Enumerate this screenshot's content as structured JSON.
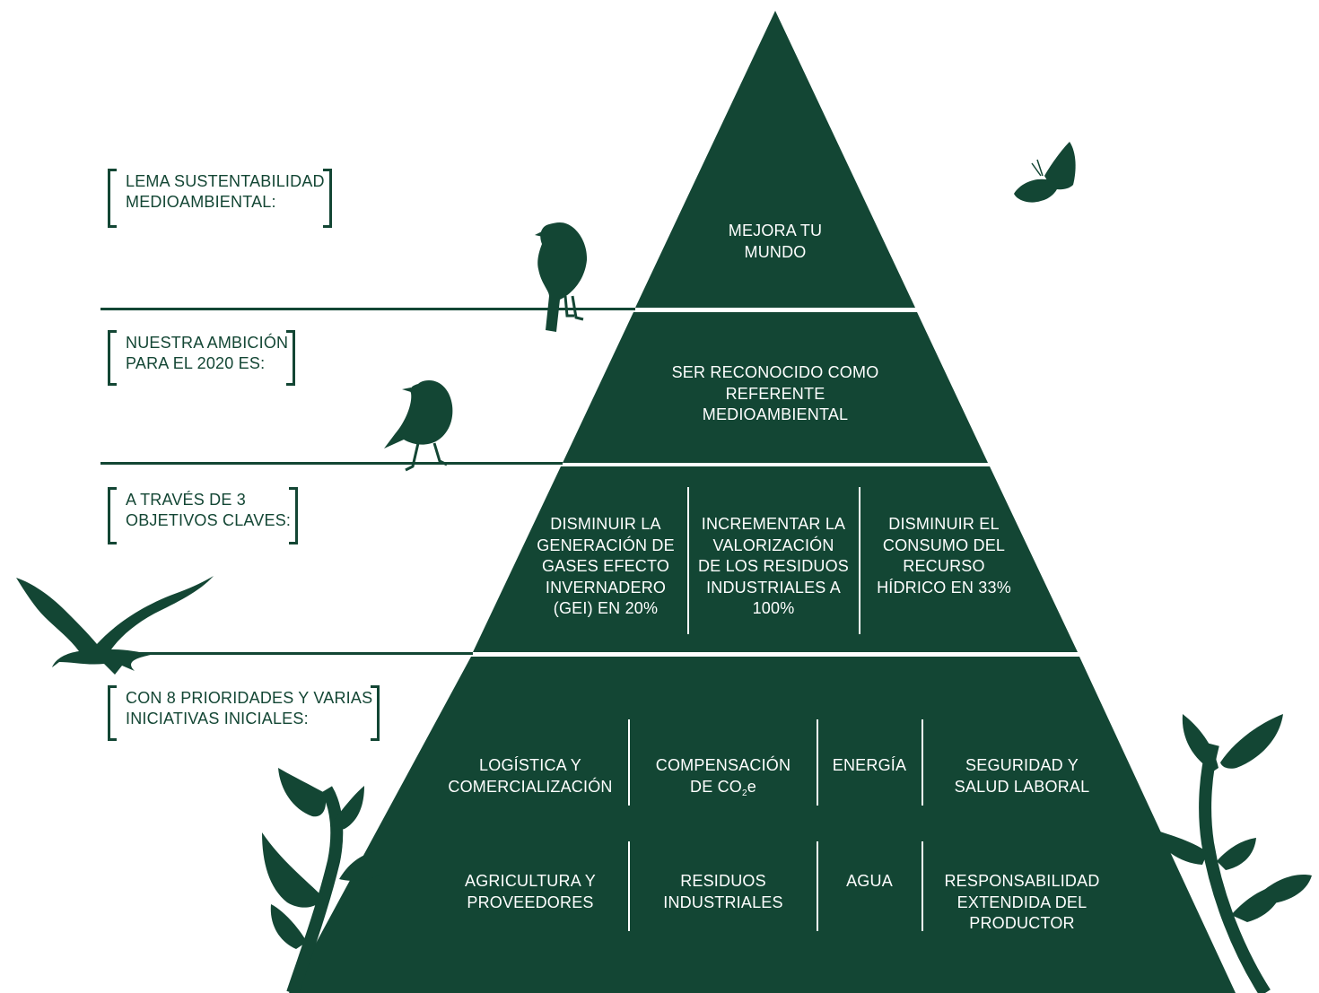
{
  "colors": {
    "primary_green": "#134634",
    "background": "#ffffff",
    "pyramid_text": "#ffffff"
  },
  "side_labels": [
    {
      "line1": "LEMA SUSTENTABILIDAD",
      "line2": "MEDIOAMBIENTAL:"
    },
    {
      "line1": "NUESTRA AMBICIÓN",
      "line2": "PARA EL 2020 ES:"
    },
    {
      "line1": "A TRAVÉS DE 3",
      "line2": "OBJETIVOS CLAVES:"
    },
    {
      "line1": "CON 8 PRIORIDADES Y VARIAS",
      "line2": "INICIATIVAS INICIALES:"
    }
  ],
  "tier1": {
    "lines": [
      "MEJORA TU",
      "MUNDO"
    ]
  },
  "tier2": {
    "lines": [
      "SER RECONOCIDO COMO",
      "REFERENTE",
      "MEDIOAMBIENTAL"
    ]
  },
  "tier3": {
    "objectives": [
      {
        "lines": [
          "DISMINUIR LA",
          "GENERACIÓN DE",
          "GASES EFECTO",
          "INVERNADERO",
          "(GEI) EN 20%"
        ]
      },
      {
        "lines": [
          "INCREMENTAR LA",
          "VALORIZACIÓN",
          "DE LOS RESIDUOS",
          "INDUSTRIALES A",
          "100%"
        ]
      },
      {
        "lines": [
          "DISMINUIR EL",
          "CONSUMO DEL",
          "RECURSO",
          "HÍDRICO EN 33%"
        ]
      }
    ]
  },
  "tier4": {
    "priorities": [
      {
        "lines": [
          "LOGÍSTICA Y",
          "COMERCIALIZACIÓN"
        ]
      },
      {
        "lines": [
          "COMPENSACIÓN"
        ],
        "formula": {
          "prefix": "DE CO",
          "subscript": "2",
          "suffix": "e"
        }
      },
      {
        "lines": [
          "ENERGÍA"
        ]
      },
      {
        "lines": [
          "SEGURIDAD Y",
          "SALUD LABORAL"
        ]
      },
      {
        "lines": [
          "AGRICULTURA Y",
          "PROVEEDORES"
        ]
      },
      {
        "lines": [
          "RESIDUOS",
          "INDUSTRIALES"
        ]
      },
      {
        "lines": [
          "AGUA"
        ]
      },
      {
        "lines": [
          "RESPONSABILIDAD",
          "EXTENDIDA DEL",
          "PRODUCTOR"
        ]
      }
    ]
  },
  "decorations": [
    "bird-perched-icon",
    "bird-perched-icon",
    "bird-flying-icon",
    "butterfly-icon",
    "plant-left-icon",
    "plant-right-icon"
  ]
}
